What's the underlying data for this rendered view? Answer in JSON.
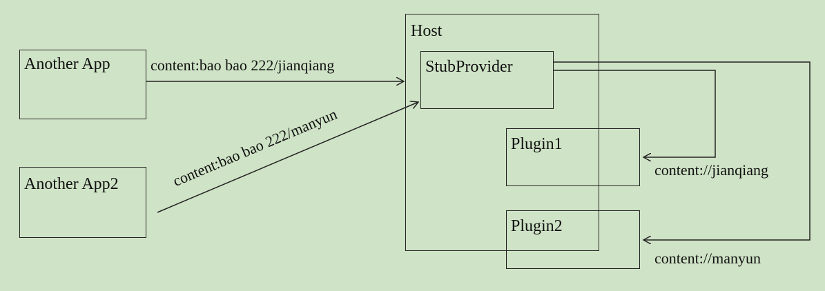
{
  "nodes": {
    "another_app": "Another App",
    "another_app2": "Another App2",
    "host": "Host",
    "stub_provider": "StubProvider",
    "plugin1": "Plugin1",
    "plugin2": "Plugin2"
  },
  "edges": {
    "app_to_stub": "content:bao bao 222/jianqiang",
    "app2_to_stub": "content:bao bao 222/manyun",
    "stub_to_plugin1": "content://jianqiang",
    "stub_to_plugin2": "content://manyun"
  },
  "colors": {
    "background": "#cfe3c6",
    "stroke": "#222222"
  }
}
